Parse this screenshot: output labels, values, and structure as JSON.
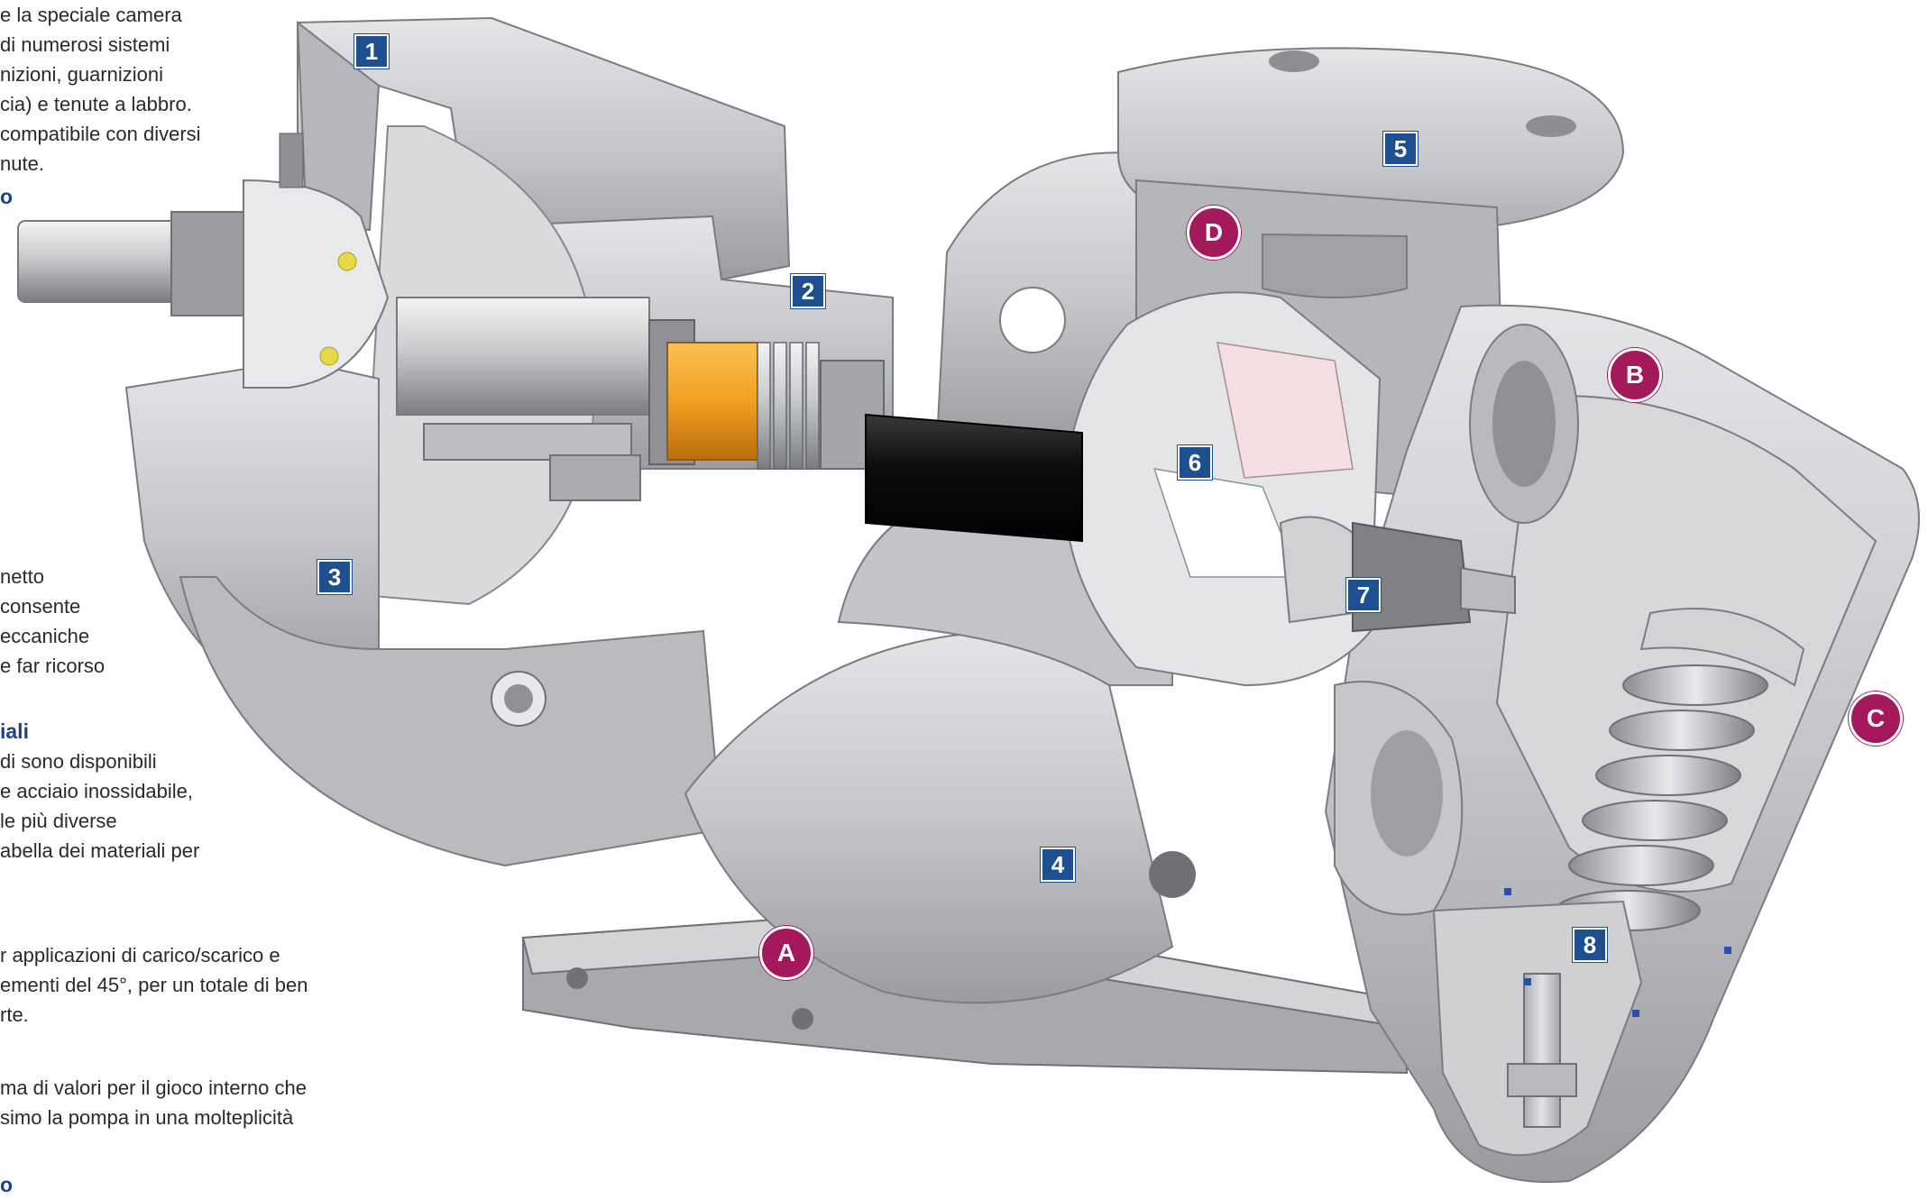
{
  "colors": {
    "metal": "#c9cacc",
    "metal_dark": "#8e9094",
    "shaft_black": "#111111",
    "seal_orange": "#f0a021",
    "square_callout": "#1d4f91",
    "circle_callout": "#a3195b",
    "heading_blue": "#1f3f87"
  },
  "left_text": {
    "p1": [
      "e la speciale camera",
      "di numerosi sistemi",
      "nizioni, guarnizioni",
      "cia) e tenute a labbro.",
      "compatibile con diversi",
      "nute."
    ],
    "h1": "o",
    "p2": [
      "netto",
      "consente",
      "eccaniche",
      "e far ricorso"
    ],
    "h2": "iali",
    "p3": [
      "di sono disponibili",
      "e acciaio inossidabile,",
      "le più diverse",
      "abella dei materiali per"
    ],
    "p4": [
      "r applicazioni di carico/scarico e",
      "ementi del 45°, per un totale di ben",
      "rte."
    ],
    "p5": [
      "ma di valori per il gioco interno che",
      "simo la pompa in una molteplicità"
    ],
    "h3": "o"
  },
  "callouts": {
    "numbers": [
      "1",
      "2",
      "3",
      "4",
      "5",
      "6",
      "7",
      "8"
    ],
    "letters": [
      "A",
      "B",
      "C",
      "D"
    ]
  },
  "icons": {
    "number_callout": "square-badge",
    "letter_callout": "circle-badge"
  }
}
